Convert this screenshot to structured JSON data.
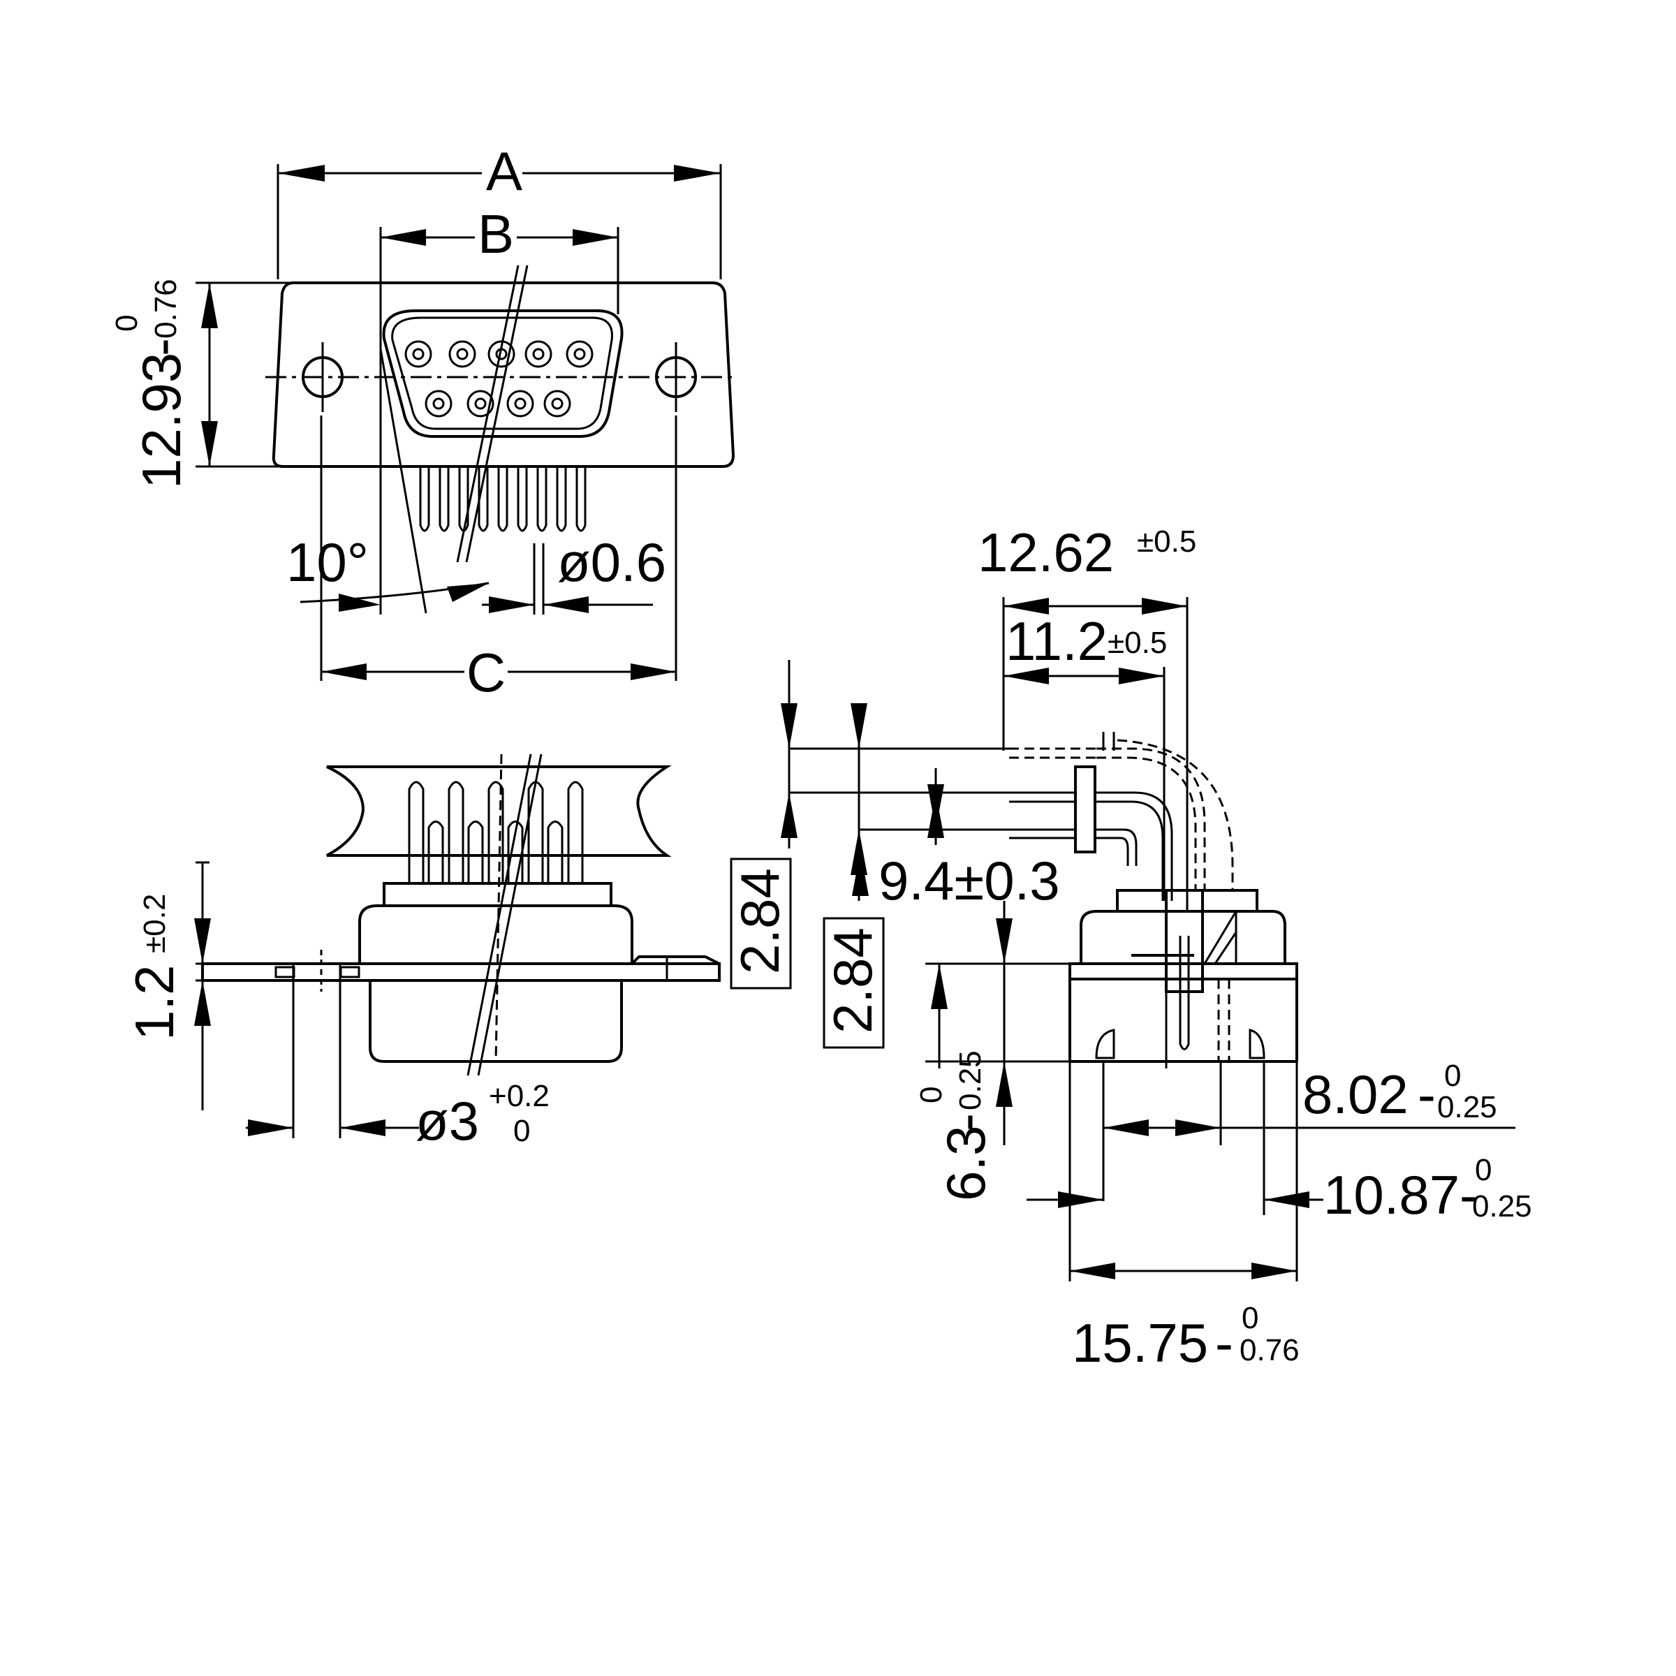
{
  "front_view": {
    "label_a": "A",
    "label_b": "B",
    "label_c": "C",
    "height": {
      "value": "12.93",
      "sep": "-",
      "upper": "0",
      "lower": "0.76"
    },
    "angle": "10°",
    "pin_dia": "ø0.6"
  },
  "bottom_view": {
    "flange": {
      "value": "1.2",
      "tol": "±0.2"
    },
    "hole": {
      "value": "ø3",
      "upper": "+0.2",
      "lower": "0"
    }
  },
  "boxed_pitch": [
    "2.84",
    "2.84"
  ],
  "side_view": {
    "overall_depth": {
      "value": "12.62",
      "tol": "±0.5"
    },
    "pin_depth": {
      "value": "11.2",
      "tol": "±0.5"
    },
    "row_offset": "9.4±0.3",
    "mount_height": {
      "value": "6.3",
      "sep": "-",
      "upper": "0",
      "lower": "0.25"
    },
    "shell_depth": {
      "value": "8.02",
      "sep": "-",
      "upper": "0",
      "lower": "0.25"
    },
    "body_depth": {
      "value": "10.87",
      "sep": "-",
      "upper": "0",
      "lower": "0.25"
    },
    "flange_depth": {
      "value": "15.75",
      "sep": "-",
      "upper": "0",
      "lower": "0.76"
    }
  }
}
